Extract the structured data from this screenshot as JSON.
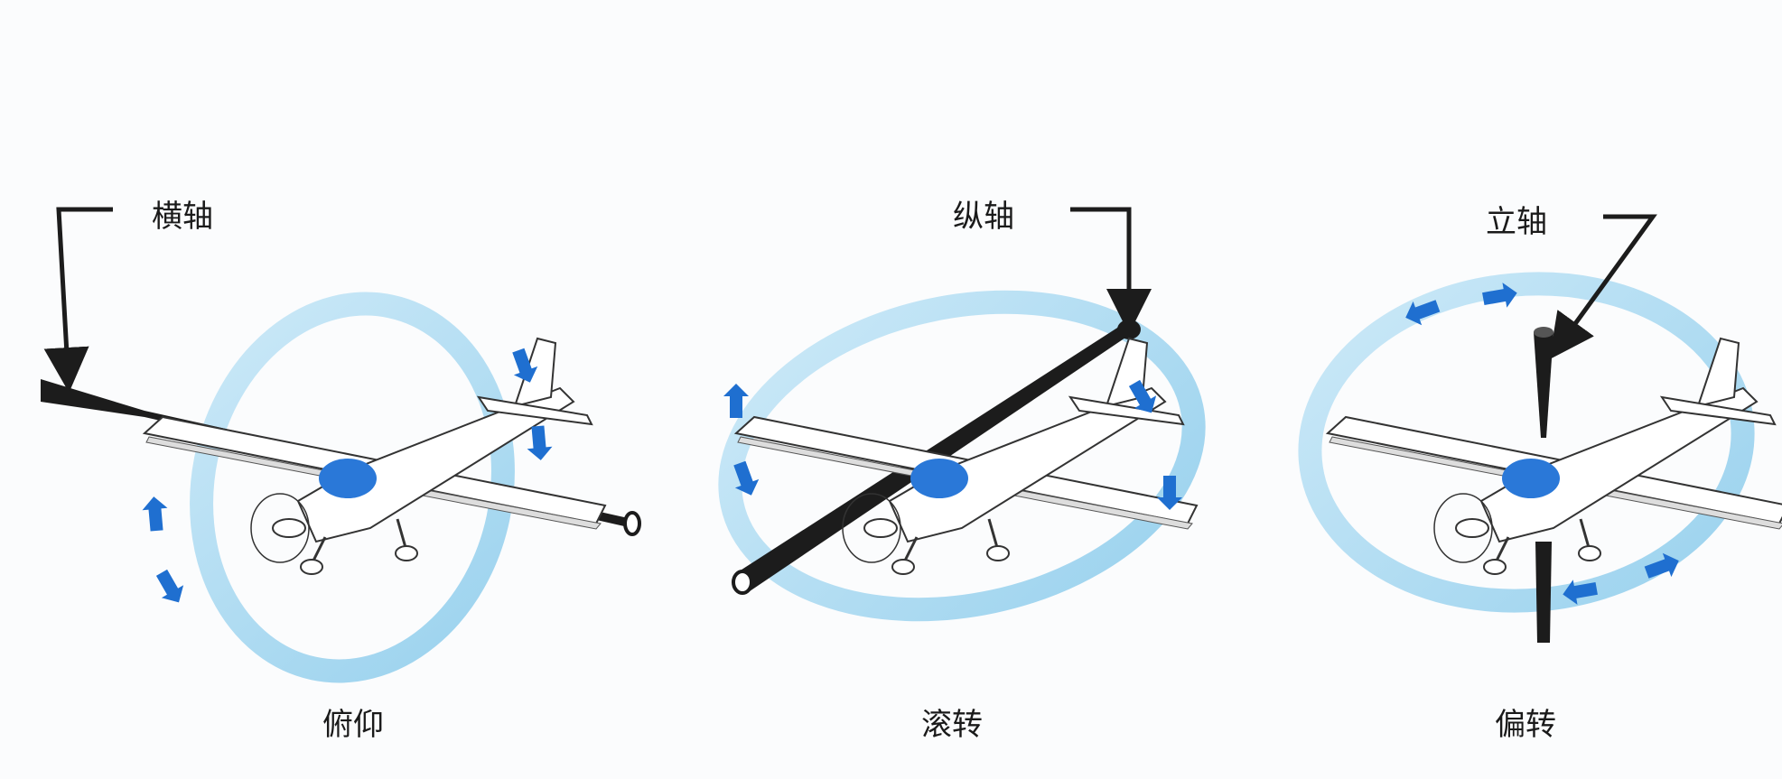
{
  "panels": [
    {
      "axis_label": "横轴",
      "motion_label": "俯仰"
    },
    {
      "axis_label": "纵轴",
      "motion_label": "滚转"
    },
    {
      "axis_label": "立轴",
      "motion_label": "偏转"
    }
  ],
  "colors": {
    "ring": "#a9d8f0",
    "arrow": "#1f6fd0",
    "rod": "#1c1c1c",
    "canopy": "#2a78d8"
  }
}
